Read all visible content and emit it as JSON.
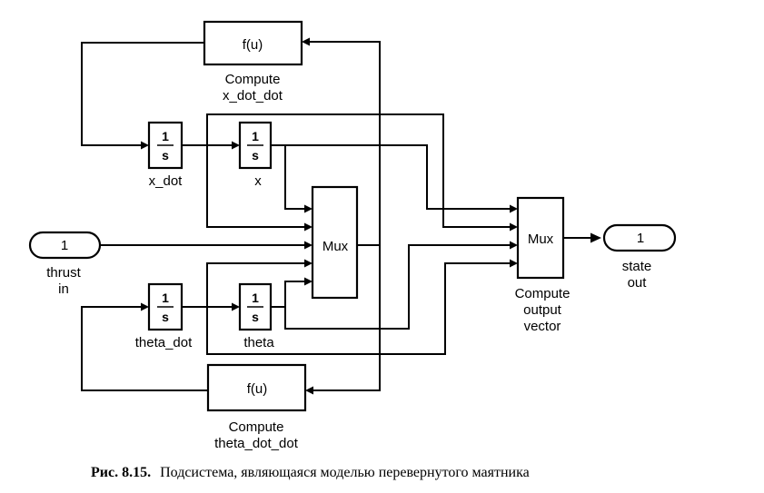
{
  "blocks": {
    "fcn_top": {
      "expr": "f(u)",
      "label_line1": "Compute",
      "label_line2": "x_dot_dot"
    },
    "fcn_bottom": {
      "expr": "f(u)",
      "label_line1": "Compute",
      "label_line2": "theta_dot_dot"
    },
    "int_x_dot": {
      "num": "1",
      "den": "s",
      "label": "x_dot"
    },
    "int_x": {
      "num": "1",
      "den": "s",
      "label": "x"
    },
    "int_theta_dot": {
      "num": "1",
      "den": "s",
      "label": "theta_dot"
    },
    "int_theta": {
      "num": "1",
      "den": "s",
      "label": "theta"
    },
    "mux_center": {
      "label": "Mux"
    },
    "mux_output": {
      "label": "Mux",
      "label_line1": "Compute",
      "label_line2": "output",
      "label_line3": "vector"
    },
    "inport": {
      "number": "1",
      "label_line1": "thrust",
      "label_line2": "in"
    },
    "outport": {
      "number": "1",
      "label_line1": "state",
      "label_line2": "out"
    }
  },
  "caption": {
    "prefix": "Рис. 8.15.",
    "text": "Подсистема, являющаяся моделью перевернутого маятника"
  }
}
